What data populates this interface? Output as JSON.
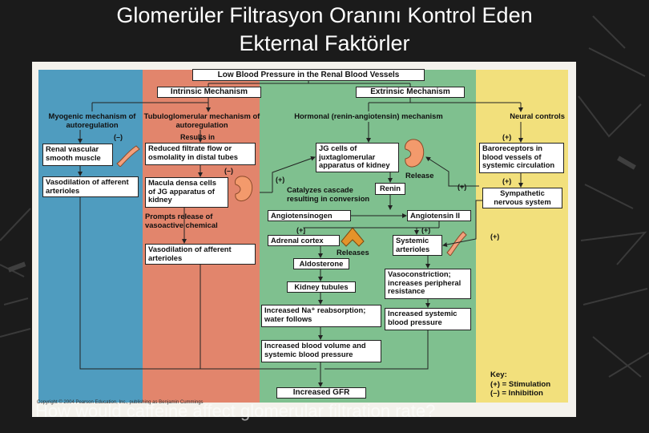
{
  "slide": {
    "title_line1": "Glomerüler Filtrasyon Oranını Kontrol Eden",
    "title_line2": "Ekternal Faktörler",
    "question": "How would caffeine affect glomerular filtration rate?",
    "credit": "Copyright © 2004 Pearson Education, Inc., publishing as Benjamin Cummings"
  },
  "diagram": {
    "top": "Low Blood Pressure in the Renal Blood Vessels",
    "intrinsic": "Intrinsic Mechanism",
    "extrinsic": "Extrinsic Mechanism",
    "myogenic": "Myogenic mechanism of autoregulation",
    "tubulo": "Tubuloglomerular mechanism of autoregulation",
    "hormonal": "Hormonal (renin-angiotensin) mechanism",
    "neural": "Neural controls",
    "renal_vsm": "Renal vascular smooth muscle",
    "vasodil_aff1": "Vasodilation of afferent arterioles",
    "results_in": "Results in",
    "reduced_filtrate": "Reduced filtrate flow or osmolality in distal tubes",
    "macula_densa": "Macula densa cells of JG apparatus of kidney",
    "prompts_release": "Prompts release of vasoactive chemical",
    "vasodil_aff2": "Vasodilation of afferent arterioles",
    "jg_cells": "JG cells of juxtaglomerular apparatus of kidney",
    "release": "Release",
    "renin": "Renin",
    "catalyzes": "Catalyzes cascade resulting in conversion",
    "angiotensinogen": "Angiotensinogen",
    "angiotensin2": "Angiotensin II",
    "adrenal": "Adrenal cortex",
    "releases": "Releases",
    "aldosterone": "Aldosterone",
    "kidney_tubules": "Kidney tubules",
    "na_reabs": "Increased Na⁺ reabsorption; water follows",
    "blood_vol": "Increased blood volume and systemic blood pressure",
    "systemic_art": "Systemic arterioles",
    "vasoconstriction": "Vasoconstriction; increases peripheral resistance",
    "inc_sbp": "Increased systemic blood pressure",
    "baroreceptors": "Baroreceptors in blood vessels of systemic circulation",
    "sympathetic": "Sympathetic nervous system",
    "inc_gfr": "Increased GFR",
    "minus": "(–)",
    "plus": "(+)",
    "key_title": "Key:",
    "key_plus": "(+) = Stimulation",
    "key_minus": "(–) = Inhibition"
  },
  "colors": {
    "background": "#1b1b1b",
    "column_blue": "#4f9cbf",
    "column_salmon": "#e2856c",
    "column_green": "#7fc08f",
    "column_yellow": "#f2e07c",
    "icon_pink": "#f3a07c",
    "icon_orange": "#e4932a"
  }
}
